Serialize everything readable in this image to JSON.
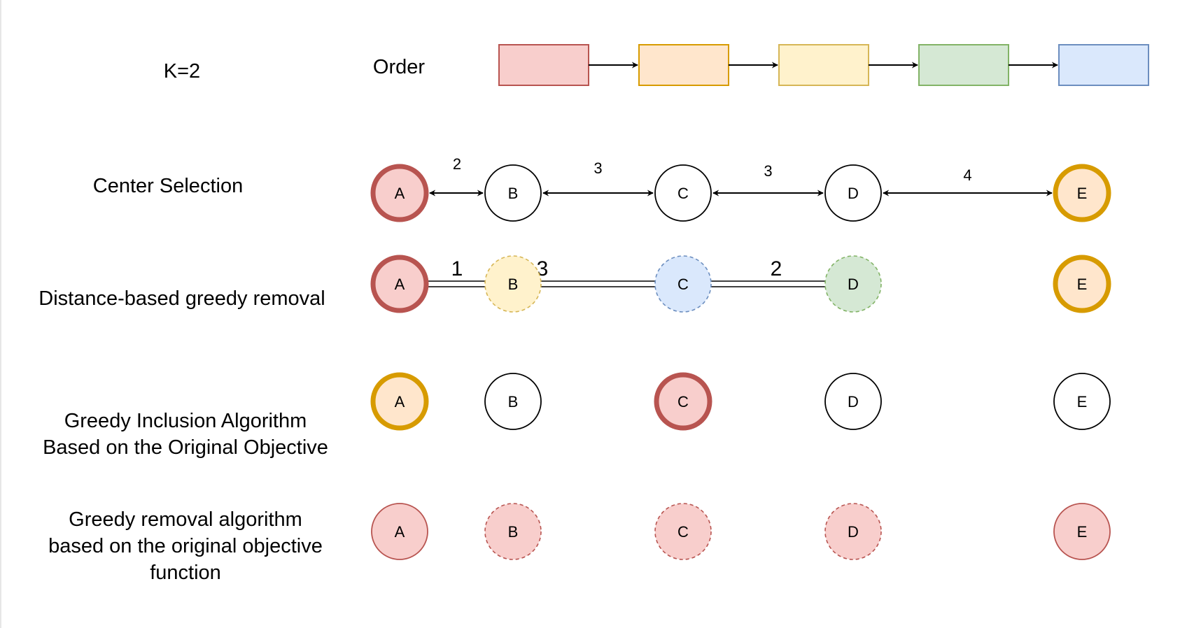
{
  "header": {
    "k_label": "K=2",
    "order_label": "Order"
  },
  "order": {
    "boxes": [
      {
        "name": "order-box-red",
        "fill": "#f8cecc",
        "stroke": "#b85450"
      },
      {
        "name": "order-box-orange",
        "fill": "#ffe6cc",
        "stroke": "#d79b00"
      },
      {
        "name": "order-box-yellow",
        "fill": "#fff2cc",
        "stroke": "#d6b656"
      },
      {
        "name": "order-box-green",
        "fill": "#d5e8d4",
        "stroke": "#82b366"
      },
      {
        "name": "order-box-blue",
        "fill": "#dae8fc",
        "stroke": "#6c8ebf"
      }
    ]
  },
  "rows": [
    {
      "id": "center-selection",
      "label": "Center Selection",
      "nodes": [
        {
          "label": "A",
          "fill": "#f8cecc",
          "stroke": "#b85450",
          "style": "thick"
        },
        {
          "label": "B",
          "fill": "#ffffff",
          "stroke": "#000000",
          "style": "solid"
        },
        {
          "label": "C",
          "fill": "#ffffff",
          "stroke": "#000000",
          "style": "solid"
        },
        {
          "label": "D",
          "fill": "#ffffff",
          "stroke": "#000000",
          "style": "solid"
        },
        {
          "label": "E",
          "fill": "#ffe6cc",
          "stroke": "#d79b00",
          "style": "thick"
        }
      ],
      "edges": [
        {
          "from": 0,
          "to": 1,
          "label": "2"
        },
        {
          "from": 1,
          "to": 2,
          "label": "3"
        },
        {
          "from": 2,
          "to": 3,
          "label": "3"
        },
        {
          "from": 3,
          "to": 4,
          "label": "4"
        }
      ]
    },
    {
      "id": "distance-greedy-removal",
      "label": "Distance-based greedy removal",
      "nodes": [
        {
          "label": "A",
          "fill": "#f8cecc",
          "stroke": "#b85450",
          "style": "thick"
        },
        {
          "label": "B",
          "fill": "#fff2cc",
          "stroke": "#d6b656",
          "style": "dashed"
        },
        {
          "label": "C",
          "fill": "#dae8fc",
          "stroke": "#6c8ebf",
          "style": "dashed"
        },
        {
          "label": "D",
          "fill": "#d5e8d4",
          "stroke": "#82b366",
          "style": "dashed"
        },
        {
          "label": "E",
          "fill": "#ffe6cc",
          "stroke": "#d79b00",
          "style": "thick"
        }
      ],
      "link_labels": [
        "1",
        "3",
        "2"
      ]
    },
    {
      "id": "greedy-inclusion",
      "label_lines": [
        "Greedy Inclusion Algorithm",
        "Based on the Original Objective"
      ],
      "nodes": [
        {
          "label": "A",
          "fill": "#ffe6cc",
          "stroke": "#d79b00",
          "style": "thick"
        },
        {
          "label": "B",
          "fill": "#ffffff",
          "stroke": "#000000",
          "style": "solid"
        },
        {
          "label": "C",
          "fill": "#f8cecc",
          "stroke": "#b85450",
          "style": "thick"
        },
        {
          "label": "D",
          "fill": "#ffffff",
          "stroke": "#000000",
          "style": "solid"
        },
        {
          "label": "E",
          "fill": "#ffffff",
          "stroke": "#000000",
          "style": "solid"
        }
      ]
    },
    {
      "id": "greedy-removal-objective",
      "label_lines": [
        "Greedy removal algorithm",
        "based on the original objective",
        "function"
      ],
      "nodes": [
        {
          "label": "A",
          "fill": "#f8cecc",
          "stroke": "#b85450",
          "style": "solid"
        },
        {
          "label": "B",
          "fill": "#f8cecc",
          "stroke": "#b85450",
          "style": "dashed"
        },
        {
          "label": "C",
          "fill": "#f8cecc",
          "stroke": "#b85450",
          "style": "dashed"
        },
        {
          "label": "D",
          "fill": "#f8cecc",
          "stroke": "#b85450",
          "style": "dashed"
        },
        {
          "label": "E",
          "fill": "#f8cecc",
          "stroke": "#b85450",
          "style": "solid"
        }
      ]
    }
  ]
}
